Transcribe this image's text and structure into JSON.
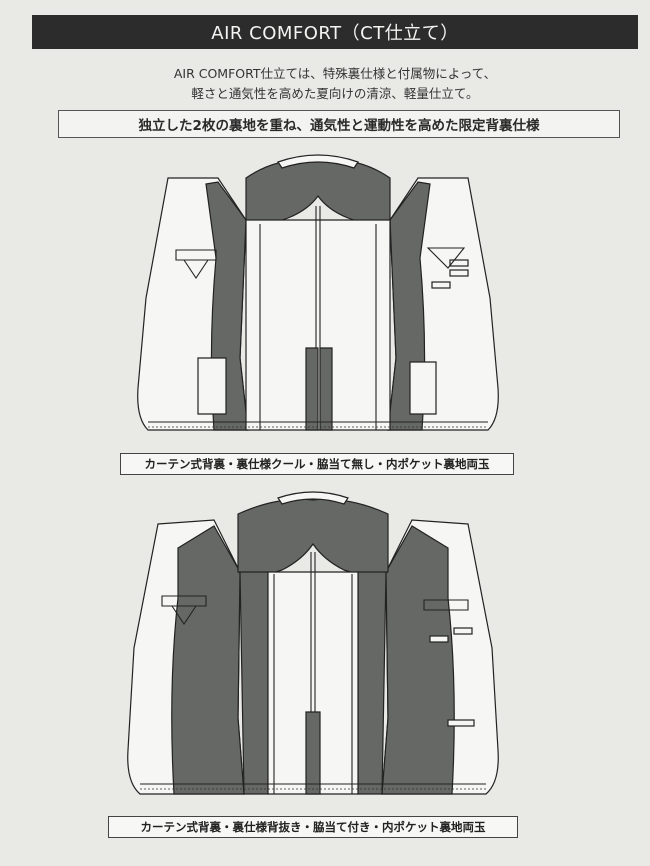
{
  "header": {
    "title": "AIR COMFORT（CT仕立て）"
  },
  "intro": {
    "line1": "AIR COMFORT仕立ては、特殊裏仕様と付属物によって、",
    "line2": "軽さと通気性を高めた夏向けの清涼、軽量仕立て。"
  },
  "feature_heading": "独立した2枚の裏地を重ね、通気性と運動性を高めた限定背裏仕様",
  "diagrams": [
    {
      "caption": "カーテン式背裏・裏仕様クール・脇当て無し・内ポケット裏地両玉"
    },
    {
      "caption": "カーテン式背裏・裏仕様背抜き・脇当て付き・内ポケット裏地両玉"
    }
  ],
  "colors": {
    "title_bar": "#2c2c2c",
    "lining": "#666866",
    "paper": "#e9e9e6"
  }
}
